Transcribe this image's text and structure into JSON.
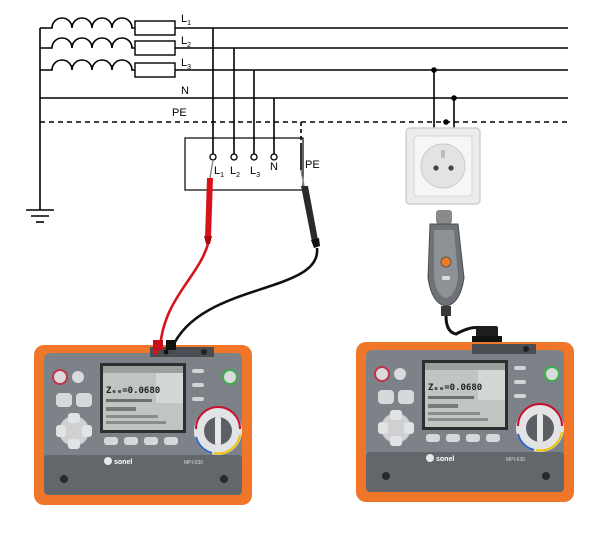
{
  "lines": {
    "l1": "L",
    "l1_sub": "1",
    "l2": "L",
    "l2_sub": "2",
    "l3": "L",
    "l3_sub": "3",
    "n": "N",
    "pe": "PE"
  },
  "terminals": {
    "l1": "L",
    "l1_sub": "1",
    "l2": "L",
    "l2_sub": "2",
    "l3": "L",
    "l3_sub": "3",
    "n": "N",
    "pe": "PE"
  },
  "colors": {
    "wire": "#000000",
    "red_probe": "#d8121a",
    "meter_orange": "#f0762a",
    "meter_body": "#7d8288",
    "screen": "#bfc6c2",
    "socket": "#ebebeb"
  },
  "meter": {
    "brand": "sonel",
    "model": "MPI-530",
    "screen_value": "Zₑₑ=0.0680"
  }
}
